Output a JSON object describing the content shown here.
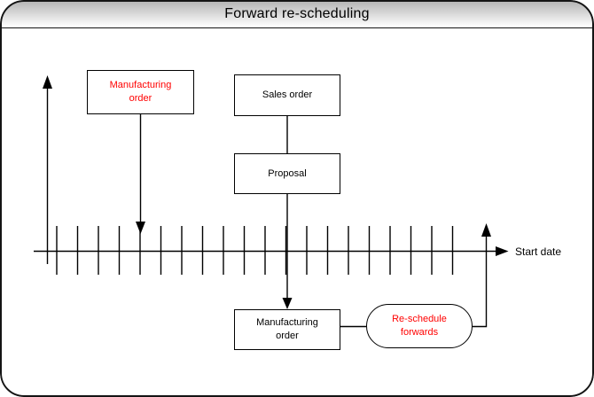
{
  "window": {
    "title": "Forward re-scheduling"
  },
  "colors": {
    "highlight_red": "#ff0000",
    "titlebar_top": "#b1b1b1",
    "titlebar_bottom": "#fefefe"
  },
  "diagram": {
    "nodes": {
      "manufacturing_order_top": {
        "label": [
          "Manufacturing",
          "order"
        ],
        "text_color": "#ff0000"
      },
      "sales_order": {
        "label": "Sales order",
        "text_color": "#000000"
      },
      "proposal": {
        "label": "Proposal",
        "text_color": "#000000"
      },
      "manufacturing_order_bottom": {
        "label": [
          "Manufacturing",
          "order"
        ],
        "text_color": "#000000"
      },
      "reschedule_forwards": {
        "label": [
          "Re-schedule",
          "forwards"
        ],
        "text_color": "#ff0000"
      }
    },
    "timeline": {
      "tick_count": 20,
      "axis_label": "Start date"
    }
  }
}
